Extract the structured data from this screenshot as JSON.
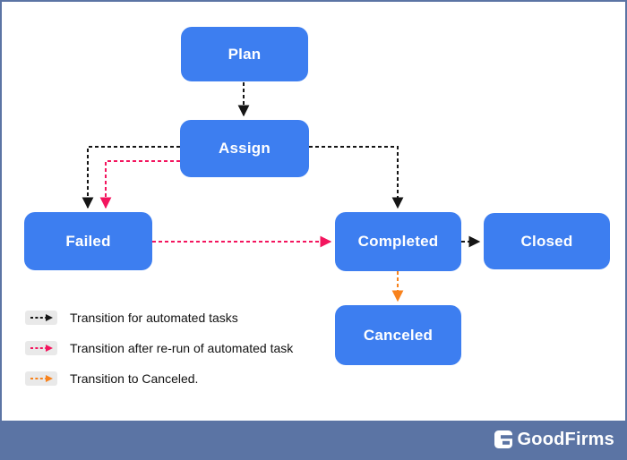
{
  "diagram": {
    "nodes": {
      "plan": {
        "label": "Plan"
      },
      "assign": {
        "label": "Assign"
      },
      "failed": {
        "label": "Failed"
      },
      "completed": {
        "label": "Completed"
      },
      "closed": {
        "label": "Closed"
      },
      "canceled": {
        "label": "Canceled"
      }
    },
    "edges": [
      {
        "from": "Plan",
        "to": "Assign",
        "type": "automated"
      },
      {
        "from": "Assign",
        "to": "Failed",
        "type": "automated"
      },
      {
        "from": "Assign",
        "to": "Failed",
        "type": "rerun"
      },
      {
        "from": "Assign",
        "to": "Completed",
        "type": "automated"
      },
      {
        "from": "Failed",
        "to": "Completed",
        "type": "rerun"
      },
      {
        "from": "Completed",
        "to": "Closed",
        "type": "automated"
      },
      {
        "from": "Completed",
        "to": "Canceled",
        "type": "canceled"
      }
    ]
  },
  "legend": {
    "items": [
      {
        "label": "Transition for automated tasks",
        "color": "#151515"
      },
      {
        "label": "Transition after re-run of automated task",
        "color": "#F3155E"
      },
      {
        "label": "Transition to Canceled.",
        "color": "#F8821C"
      }
    ]
  },
  "footer": {
    "brand": "GoodFirms"
  },
  "colors": {
    "node_fill": "#3D7EF0",
    "node_text": "#FFFFFF",
    "automated": "#151515",
    "rerun": "#F3155E",
    "canceled": "#F8821C",
    "frame": "#5B74A4",
    "legend_swatch_bg": "#E9E9E9"
  }
}
